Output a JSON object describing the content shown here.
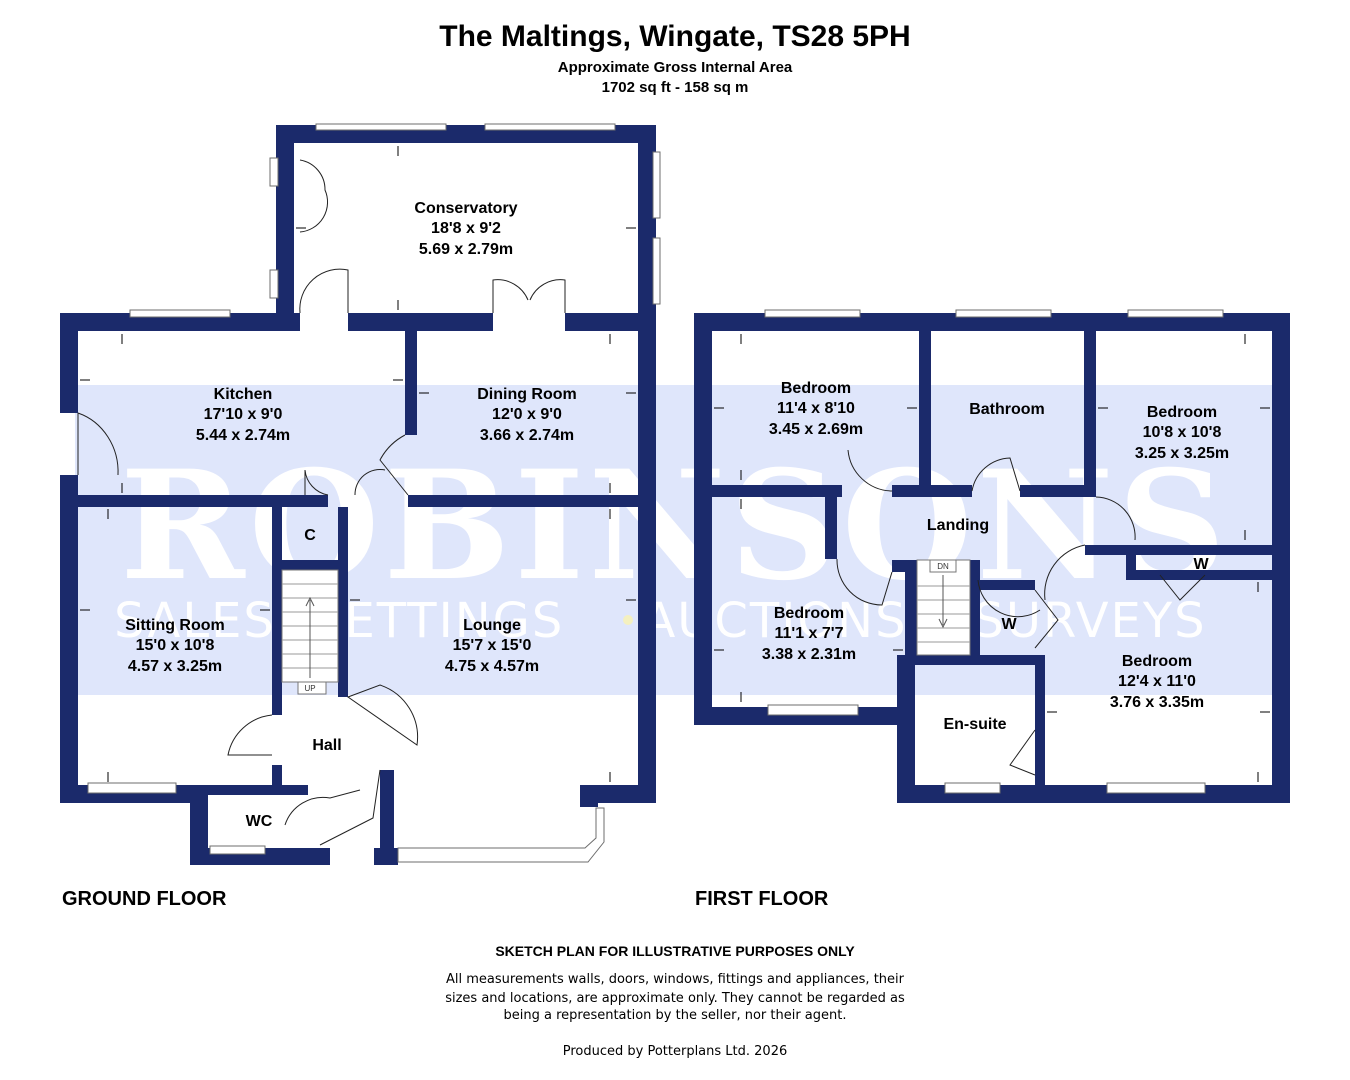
{
  "header": {
    "title": "The Maltings, Wingate, TS28 5PH",
    "subtitle": "Approximate Gross Internal Area",
    "area": "1702 sq ft - 158 sq m"
  },
  "watermark": {
    "brand": "ROBINSONS",
    "services": [
      "SALES",
      "LETTINGS",
      "AUCTIONS",
      "SURVEYS"
    ],
    "band_color": "#dfe6fb"
  },
  "colors": {
    "wall": "#1b2a6b",
    "window": "#ffffff"
  },
  "ground_floor": {
    "label": "GROUND FLOOR",
    "rooms": {
      "conservatory": {
        "name": "Conservatory",
        "imperial": "18'8 x 9'2",
        "metric": "5.69 x 2.79m"
      },
      "kitchen": {
        "name": "Kitchen",
        "imperial": "17'10 x 9'0",
        "metric": "5.44 x 2.74m"
      },
      "dining": {
        "name": "Dining Room",
        "imperial": "12'0 x 9'0",
        "metric": "3.66 x 2.74m"
      },
      "sitting": {
        "name": "Sitting Room",
        "imperial": "15'0 x 10'8",
        "metric": "4.57 x 3.25m"
      },
      "lounge": {
        "name": "Lounge",
        "imperial": "15'7 x 15'0",
        "metric": "4.75 x 4.57m"
      },
      "cupboard": {
        "name": "C"
      },
      "hall": {
        "name": "Hall"
      },
      "wc": {
        "name": "WC"
      }
    },
    "stairs_label": "UP"
  },
  "first_floor": {
    "label": "FIRST FLOOR",
    "rooms": {
      "bedroom1": {
        "name": "Bedroom",
        "imperial": "11'4 x 8'10",
        "metric": "3.45 x 2.69m"
      },
      "bathroom": {
        "name": "Bathroom"
      },
      "bedroom2": {
        "name": "Bedroom",
        "imperial": "10'8 x 10'8",
        "metric": "3.25 x 3.25m"
      },
      "landing": {
        "name": "Landing"
      },
      "bedroom3": {
        "name": "Bedroom",
        "imperial": "11'1 x 7'7",
        "metric": "3.38 x 2.31m"
      },
      "wardrobe1": {
        "name": "W"
      },
      "wardrobe2": {
        "name": "W"
      },
      "bedroom4": {
        "name": "Bedroom",
        "imperial": "12'4 x 11'0",
        "metric": "3.76 x 3.35m"
      },
      "ensuite": {
        "name": "En-suite"
      }
    },
    "stairs_label": "DN"
  },
  "footer": {
    "disclaimer_title": "SKETCH PLAN FOR ILLUSTRATIVE PURPOSES ONLY",
    "disclaimer_lines": [
      "All measurements walls, doors, windows, fittings and appliances, their",
      "sizes and locations, are approximate only. They cannot be regarded as",
      "being a representation by the seller, nor their agent."
    ],
    "credit": "Produced by Potterplans Ltd. 2026"
  }
}
